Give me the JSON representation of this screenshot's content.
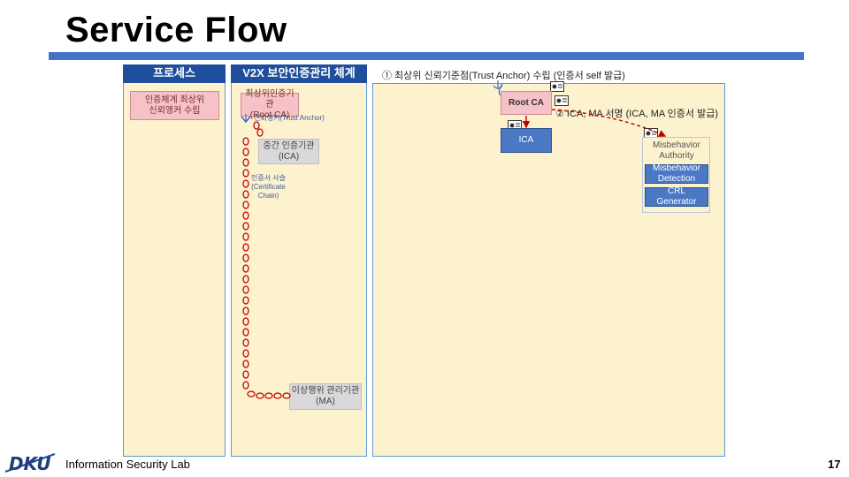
{
  "slide": {
    "title": "Service Flow",
    "footer": "Information Security Lab",
    "page_number": "17"
  },
  "logo": {
    "text": "DKU"
  },
  "left_panel": {
    "header": "프로세스",
    "box": [
      "인증체계 최상위",
      "신뢰앵커 수립"
    ]
  },
  "mid_panel": {
    "header": "V2X 보안인증관리 체계",
    "root_box": [
      "최상위인증기관",
      "(Root CA)"
    ],
    "trust_note": "신뢰앵커(Trust Anchor)",
    "ica_box": [
      "중간 인증기관",
      "(ICA)"
    ],
    "chain_note": [
      "인증서 사슬",
      "(Certificate",
      "Chain)"
    ],
    "ma_box": [
      "이상행위 관리기관",
      "(MA)"
    ]
  },
  "right_panel": {
    "note_1": "① 최상위 신뢰기준점(Trust Anchor) 수립 (인증서 self 발급)",
    "note_2": "② ICA, MA 서명 (ICA, MA 인증서 발급)",
    "root_ca": "Root CA",
    "ica": "ICA",
    "ma_title": [
      "Misbehavior",
      "Authority"
    ],
    "ma_detection": [
      "Misbehavior",
      "Detection"
    ],
    "crl": [
      "CRL",
      "Generator"
    ]
  },
  "colors": {
    "accent_blue": "#1f4e9c",
    "rule_blue": "#4472c4",
    "panel_fill": "#fdf2ce",
    "pink_fill": "#f5c2c7",
    "chain_red": "#c00000"
  },
  "icons": [
    "certificate-icon",
    "anchor-icon",
    "chain-icon"
  ]
}
